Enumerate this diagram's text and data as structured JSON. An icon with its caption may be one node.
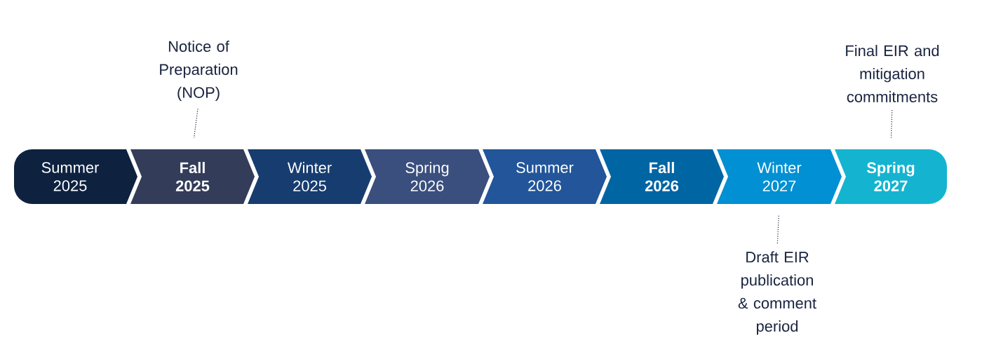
{
  "diagram": {
    "nodes": [
      {
        "text": [
          "Summer 2025"
        ]
      },
      {
        "text": [
          "Fall 2025"
        ]
      },
      {
        "text": [
          "Winter 2025"
        ]
      },
      {
        "text": [
          "Spring 2026"
        ]
      },
      {
        "text": [
          "Summer 2026"
        ]
      },
      {
        "text": [
          "Fall 2026"
        ]
      },
      {
        "text": [
          "Winter 2027"
        ]
      },
      {
        "text": [
          "Spring 2027"
        ]
      },
      {
        "text": [
          "Notice of Preparation (NOP)"
        ]
      },
      {
        "text": [
          "Final EIR and mitigation commitments"
        ]
      },
      {
        "text": [
          "Draft EIR publication & comment period"
        ]
      }
    ],
    "edges": [
      {
        "from": 8,
        "to": 1,
        "arrow": "none",
        "style": "dashed"
      },
      {
        "from": 9,
        "to": 7,
        "arrow": "none",
        "style": "dashed"
      },
      {
        "from": 10,
        "to": 6,
        "arrow": "none",
        "style": "dashed"
      }
    ]
  }
}
